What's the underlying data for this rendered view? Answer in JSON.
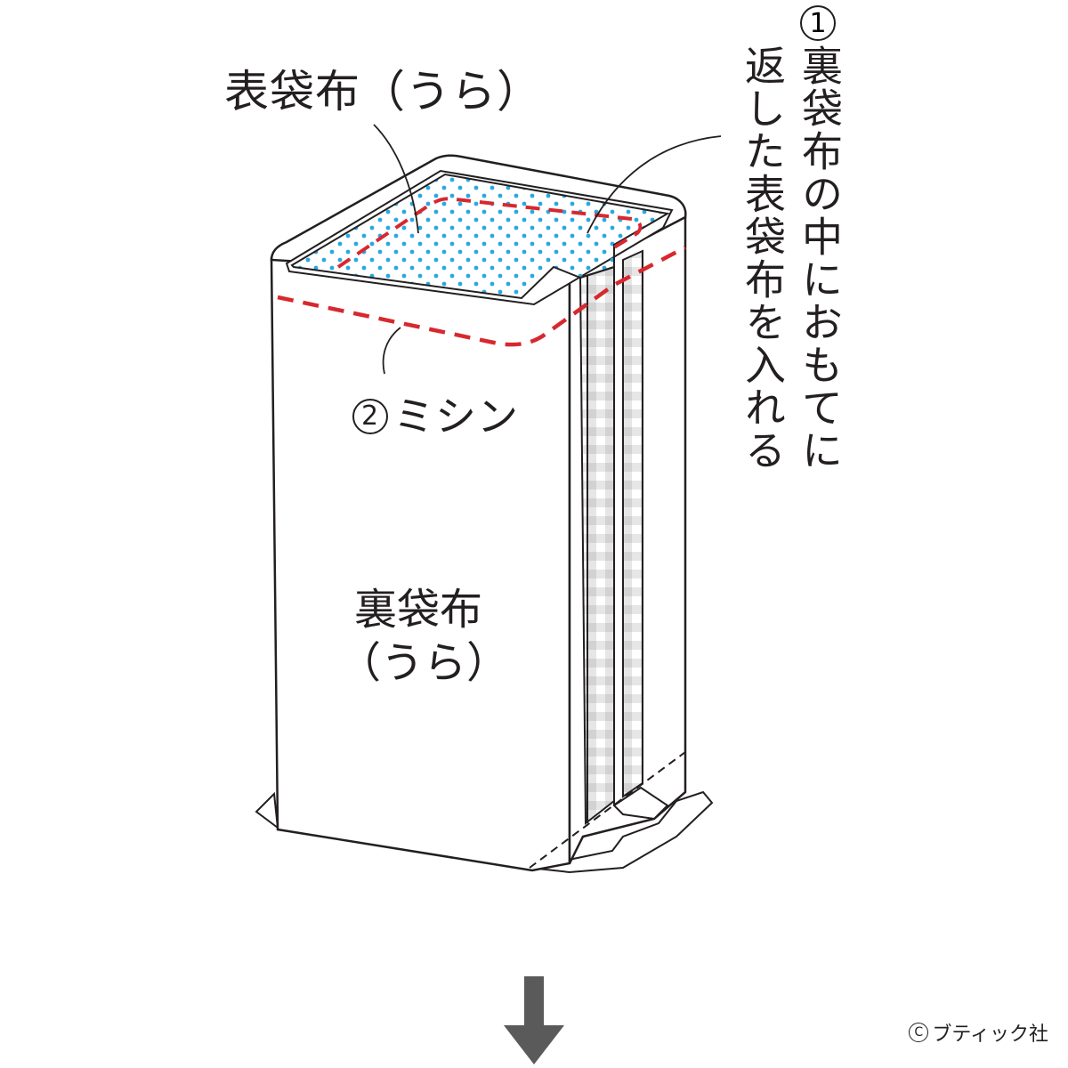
{
  "labels": {
    "outer_bag_wrong_side": "表袋布（うら）",
    "step1_number": "1",
    "step1_line1": "裏袋布の中におもてに",
    "step1_line2": "返した表袋布を入れる",
    "step2_number": "2",
    "step2_text": "ミシン",
    "lining_line1": "裏袋布",
    "lining_line2": "（うら）"
  },
  "copyright": {
    "symbol": "C",
    "text": "ブティック社"
  },
  "colors": {
    "stitch_line": "#d7282f",
    "dot_pattern": "#29a8e0",
    "outline": "#231f20",
    "arrow": "#5a5a5a",
    "check_fabric": "#dcdcdc"
  },
  "icons": {
    "down_arrow": "down-arrow-icon"
  }
}
